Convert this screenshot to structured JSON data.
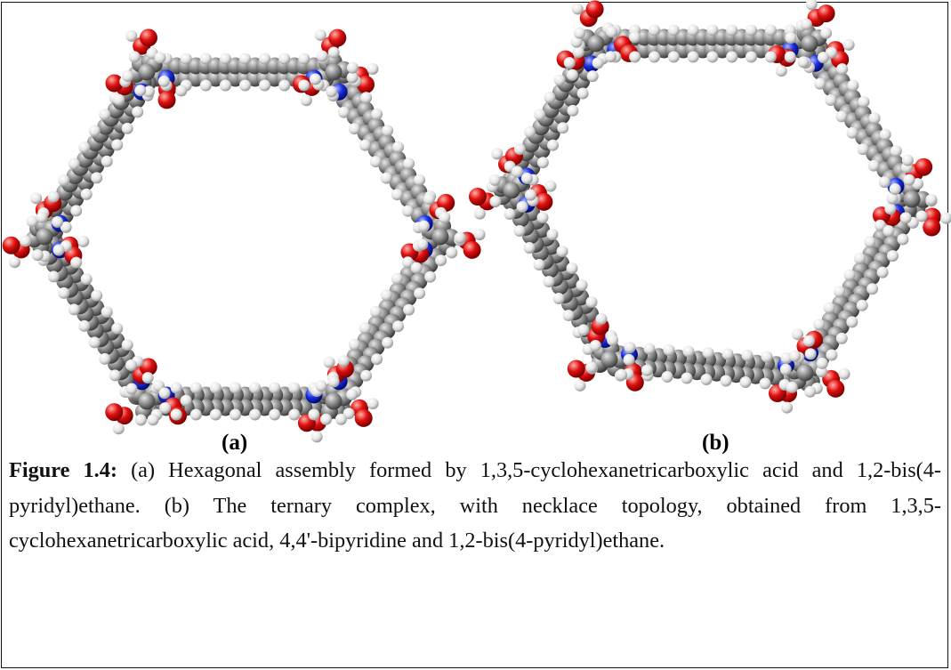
{
  "figure": {
    "panel_a_label": "(a)",
    "panel_b_label": "(b)",
    "caption_label": "Figure 1.4:",
    "caption_text": "(a) Hexagonal assembly formed by 1,3,5-cyclohexanetricarboxylic acid and 1,2-bis(4-pyridyl)ethane. (b) The ternary complex, with necklace topology, obtained from 1,3,5-cyclohexanetricarboxylic acid, 4,4'-bipyridine and 1,2-bis(4-pyridyl)ethane."
  },
  "colors": {
    "carbon": "#8a8a8a",
    "oxygen": "#e01010",
    "nitrogen": "#1a2ee0",
    "hydrogen": "#f2f2f2"
  },
  "icons": {
    "panel_a": "hexagonal-molecular-assembly-icon",
    "panel_b": "necklace-molecular-complex-icon"
  }
}
